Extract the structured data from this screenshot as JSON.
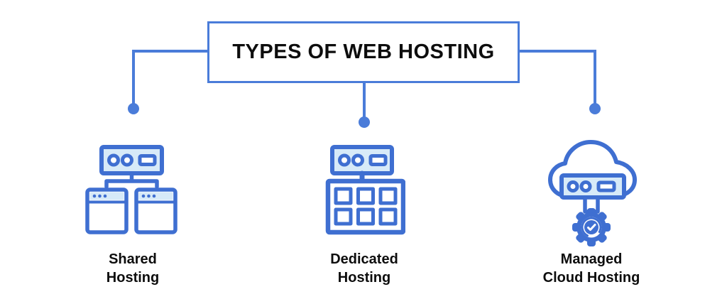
{
  "diagram": {
    "title": "TYPES OF WEB HOSTING",
    "colors": {
      "line": "#4a7cd9",
      "icon_stroke": "#3f6fd1",
      "icon_fill": "#d7eaf8",
      "text": "#0d0d0d",
      "background": "#ffffff"
    },
    "nodes": [
      {
        "id": "shared-hosting",
        "label_line1": "Shared",
        "label_line2": "Hosting",
        "icon": "shared-servers-icon"
      },
      {
        "id": "dedicated-hosting",
        "label_line1": "Dedicated",
        "label_line2": "Hosting",
        "icon": "dedicated-server-grid-icon"
      },
      {
        "id": "managed-cloud-hosting",
        "label_line1": "Managed",
        "label_line2": "Cloud Hosting",
        "icon": "cloud-server-gear-icon"
      }
    ]
  }
}
